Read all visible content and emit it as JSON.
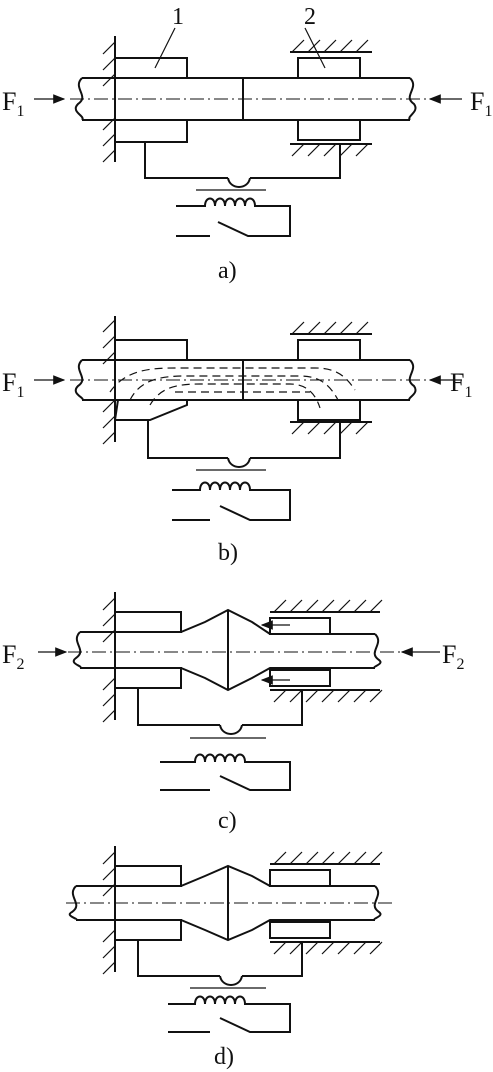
{
  "labels": {
    "part1": "1",
    "part2": "2",
    "force_a": {
      "main": "F",
      "sub": "1"
    },
    "force_b": {
      "main": "F",
      "sub": "1"
    },
    "force_c": {
      "main": "F",
      "sub": "2"
    }
  },
  "captions": [
    "a)",
    "b)",
    "c)",
    "d)"
  ]
}
